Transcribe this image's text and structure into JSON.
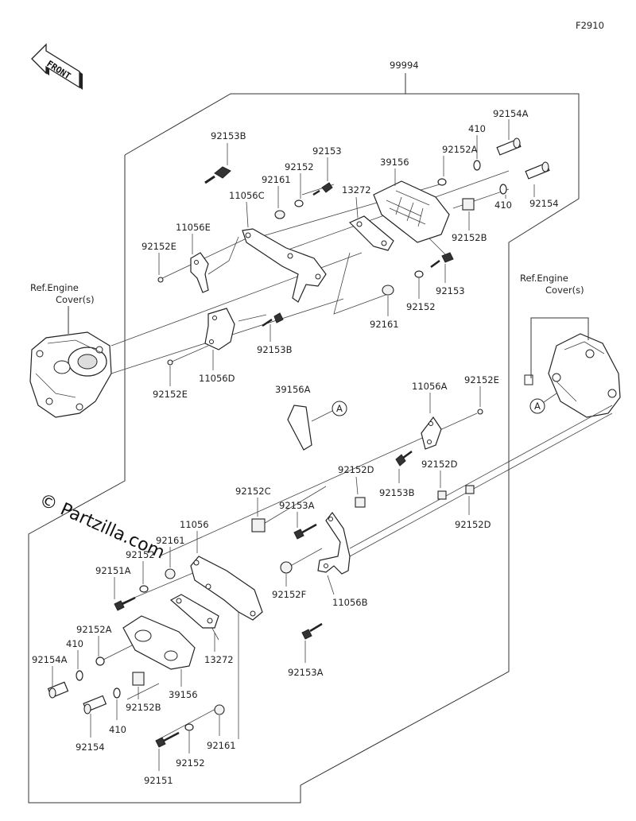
{
  "figure_code": "F2910",
  "front_label": "FRONT",
  "assembly_number": "99994",
  "watermark": "© Partzilla.com",
  "ref_left": [
    "Ref.Engine",
    "Cover(s)"
  ],
  "ref_right": [
    "Ref.Engine",
    "Cover(s)"
  ],
  "callout_letter": "A",
  "labels": {
    "l92153B_top": "92153B",
    "l92153_top": "92153",
    "l92152_top": "92152",
    "l92161_top": "92161",
    "l11056C": "11056C",
    "l13272_top": "13272",
    "l39156_top": "39156",
    "l92152A_top": "92152A",
    "l410_top": "410",
    "l92154A_top": "92154A",
    "l92154_top": "92154",
    "l410_top2": "410",
    "l92152B_top": "92152B",
    "l11056E": "11056E",
    "l92152E_top": "92152E",
    "l92153_mid": "92153",
    "l92152_mid": "92152",
    "l92161_mid": "92161",
    "l92153B_mid": "92153B",
    "l11056D": "11056D",
    "l92152E_mid": "92152E",
    "l39156A": "39156A",
    "l11056A": "11056A",
    "l92152E_right": "92152E",
    "l92152D_a": "92152D",
    "l92153B_right": "92153B",
    "l92152D_b": "92152D",
    "l92152D_c": "92152D",
    "l92152C": "92152C",
    "l92153A_a": "92153A",
    "l11056": "11056",
    "l92161_low": "92161",
    "l92152_low": "92152",
    "l92151A": "92151A",
    "l92152F": "92152F",
    "l11056B": "11056B",
    "l92152A_low": "92152A",
    "l410_low": "410",
    "l92154A_low": "92154A",
    "l13272_low": "13272",
    "l39156_low": "39156",
    "l92152B_low": "92152B",
    "l410_low2": "410",
    "l92154_low": "92154",
    "l92153A_b": "92153A",
    "l92161_bot": "92161",
    "l92152_bot": "92152",
    "l92151": "92151"
  }
}
